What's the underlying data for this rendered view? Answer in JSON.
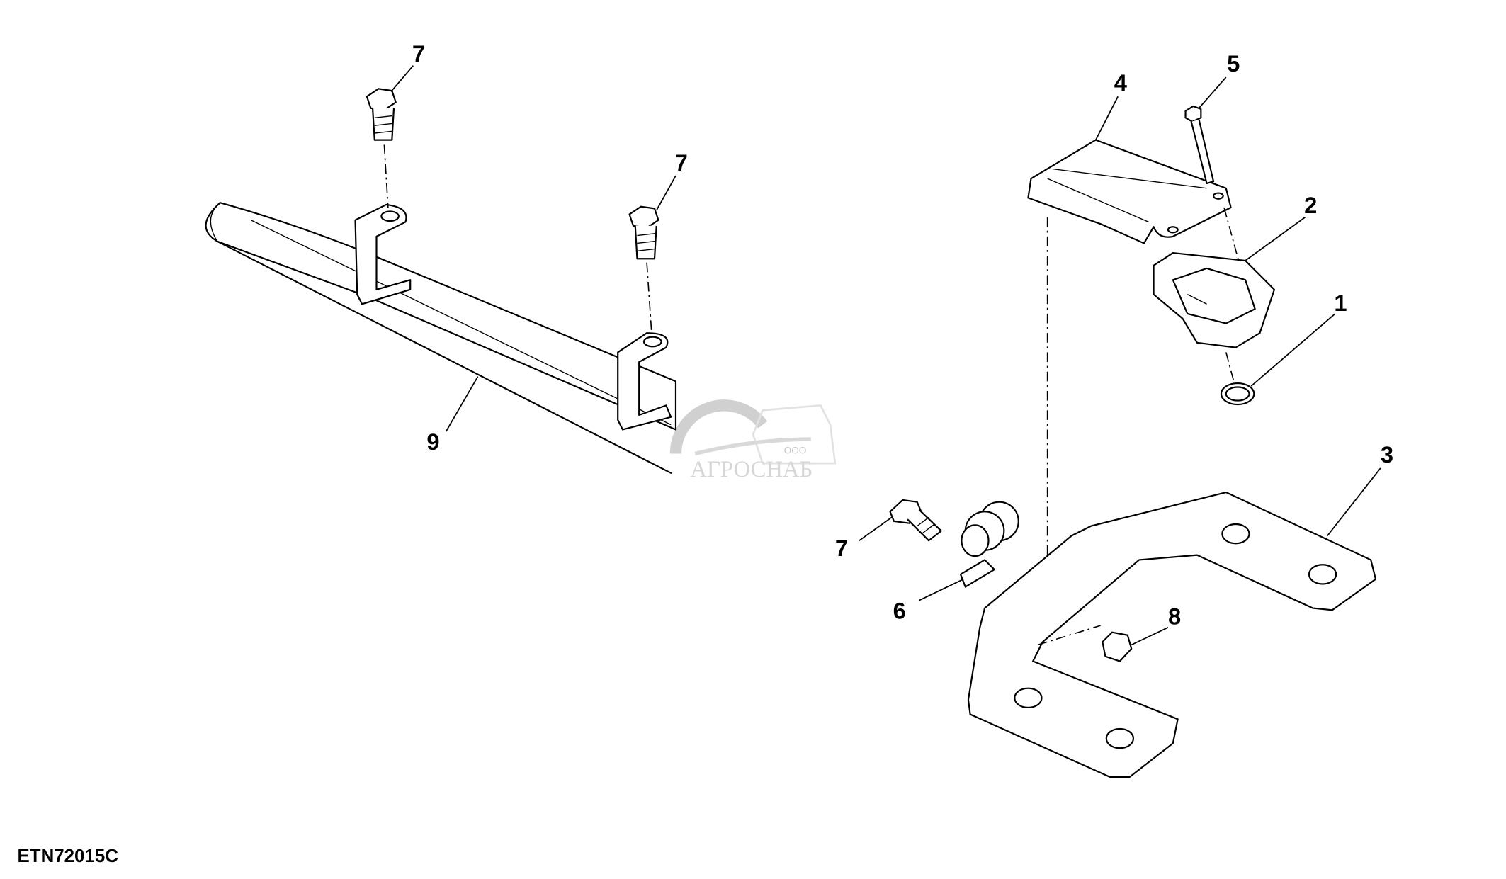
{
  "diagram": {
    "code": "ETN72015C",
    "callouts": {
      "bolt_top_left": "7",
      "bolt_top_mid": "7",
      "bracket_cover": "4",
      "screw": "5",
      "sensor": "2",
      "o_ring": "1",
      "mount_plate": "3",
      "tube": "9",
      "bolt_lower": "7",
      "clamp": "6",
      "nut": "8"
    },
    "watermark": {
      "prefix": "ООО",
      "name": "АГРОСНАБ"
    }
  }
}
